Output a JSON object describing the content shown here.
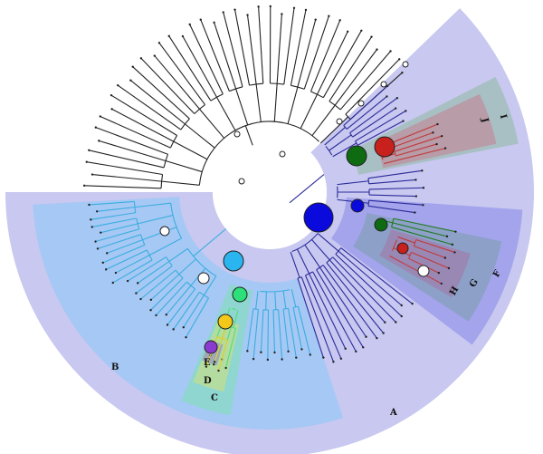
{
  "clades": [
    {
      "id": "A",
      "label": "A",
      "color": "#c8c8f0"
    },
    {
      "id": "B",
      "label": "B",
      "color": "#a6c8f4"
    },
    {
      "id": "C",
      "label": "C",
      "color": "#8fd6d0"
    },
    {
      "id": "D",
      "label": "D",
      "color": "#b4dca0"
    },
    {
      "id": "E",
      "label": "E",
      "color": "#a0a8b8"
    },
    {
      "id": "F",
      "label": "F",
      "color": "#a4a4ec"
    },
    {
      "id": "G",
      "label": "G",
      "color": "#8ca0c8"
    },
    {
      "id": "H",
      "label": "H",
      "color": "#9a88b4"
    },
    {
      "id": "I",
      "label": "I",
      "color": "#a8c0c4"
    },
    {
      "id": "J",
      "label": "J",
      "color": "#b89ca8"
    }
  ],
  "branch_colors": {
    "root": "#222222",
    "A": "#2b2b9a",
    "B": "#3aaee0",
    "J": "#c03a3a",
    "green": "#1e7a1e",
    "C": "#4de07a",
    "D": "#e8d020"
  },
  "node_colors": {
    "blue": "#0a0adc",
    "green": "#0e6b12",
    "red": "#c8201c",
    "cyan": "#2ab4f0",
    "white": "#ffffff",
    "mint": "#2ee07a",
    "yellow": "#f4c818",
    "purple": "#8a3ad0"
  }
}
